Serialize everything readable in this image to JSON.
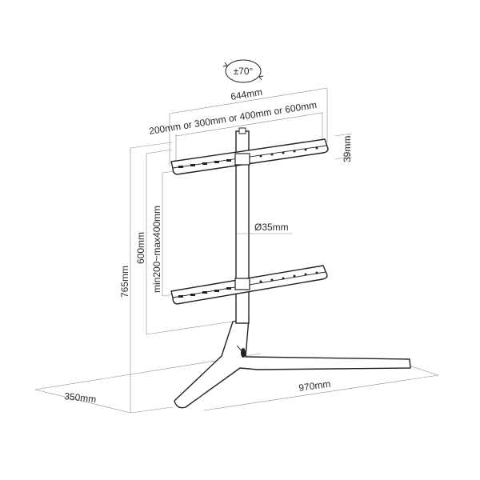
{
  "labels": {
    "rotation": "±70°",
    "width_644": "644mm",
    "vesa_options": "200mm or 300mm or 400mm or 600mm",
    "height_39": "39mm",
    "tube_diameter": "Ø35mm",
    "vesa_height_600": "600mm",
    "vesa_range": "min200~max400mm",
    "total_height": "765mm",
    "base_depth": "350mm",
    "base_width": "970mm"
  }
}
